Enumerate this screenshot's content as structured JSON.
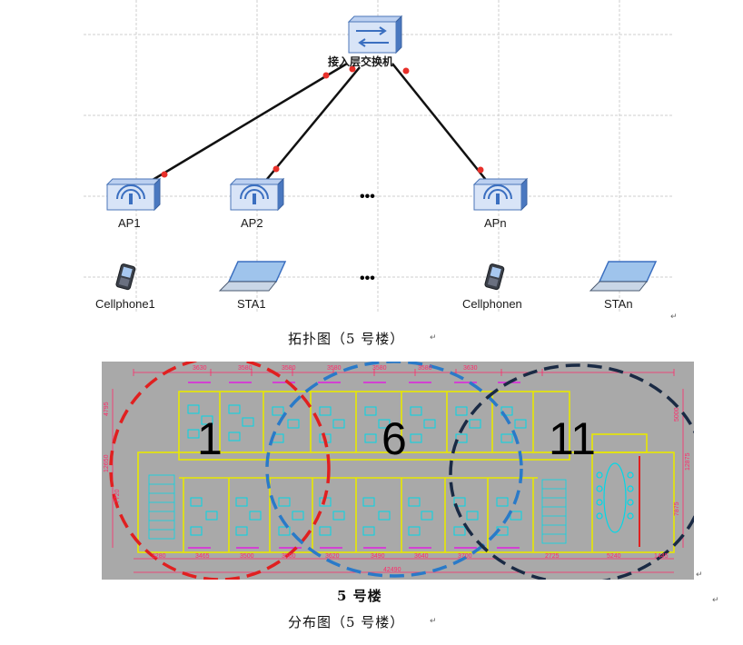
{
  "topology": {
    "switch_label": "接入层交换机",
    "aps": [
      {
        "label": "AP1"
      },
      {
        "label": "AP2"
      },
      {
        "label": "APn"
      }
    ],
    "ellipsis": "•••",
    "stations": [
      {
        "label": "Cellphone1",
        "type": "phone"
      },
      {
        "label": "STA1",
        "type": "laptop"
      },
      {
        "label": "Cellphonen",
        "type": "phone"
      },
      {
        "label": "STAn",
        "type": "laptop"
      }
    ],
    "caption": "拓扑图（5 号楼）",
    "colors": {
      "link": "#111111",
      "link_dot": "#e8302a",
      "device": "#3b6fc0",
      "grid": "#cfcfcf"
    }
  },
  "floorplan": {
    "zones": [
      {
        "label": "1",
        "circle_color": "#e02020"
      },
      {
        "label": "6",
        "circle_color": "#2a7ac8"
      },
      {
        "label": "11",
        "circle_color": "#1a2a44"
      }
    ],
    "top_dims": [
      "3630",
      "3580",
      "3580",
      "3580",
      "3580",
      "3580",
      "3630"
    ],
    "bottom_dims": [
      "3280",
      "3465",
      "3500",
      "3500",
      "3620",
      "3490",
      "3640",
      "3700",
      "2725",
      "5240",
      "1445"
    ],
    "total_width": "42490",
    "left_dims": [
      "4795",
      "12650",
      "7720"
    ],
    "right_dims": [
      "5000",
      "12875",
      "7875"
    ],
    "building_label": "5 号楼",
    "caption": "分布图（5 号楼）",
    "colors": {
      "background": "#a9a9a9",
      "walls": "#e8e800",
      "dims": "#ff2a6a",
      "fixtures": "#00d8e8",
      "labels": "#e020e0"
    }
  },
  "paragraph_mark": "↵"
}
